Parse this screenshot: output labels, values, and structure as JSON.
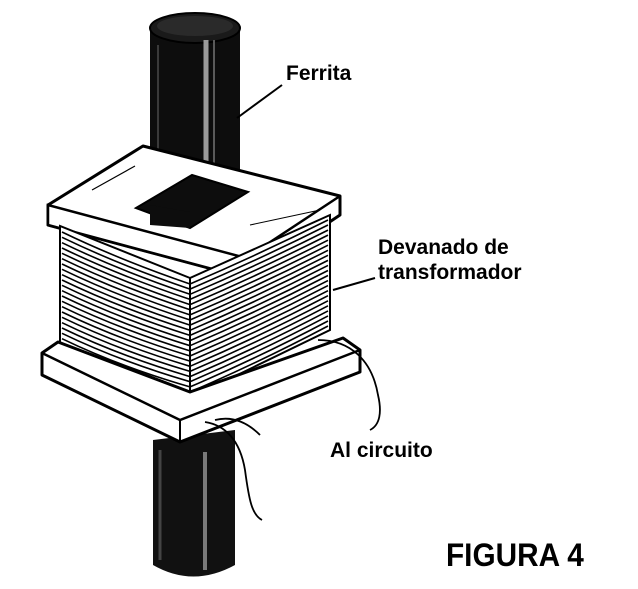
{
  "labels": {
    "ferrite": "Ferrita",
    "winding_line1": "Devanado de",
    "winding_line2": "transformador",
    "circuit": "Al circuito",
    "figure": "FIGURA 4"
  },
  "colors": {
    "ink": "#000000",
    "paper": "#ffffff",
    "rod_highlight": "#9a9a9a"
  }
}
